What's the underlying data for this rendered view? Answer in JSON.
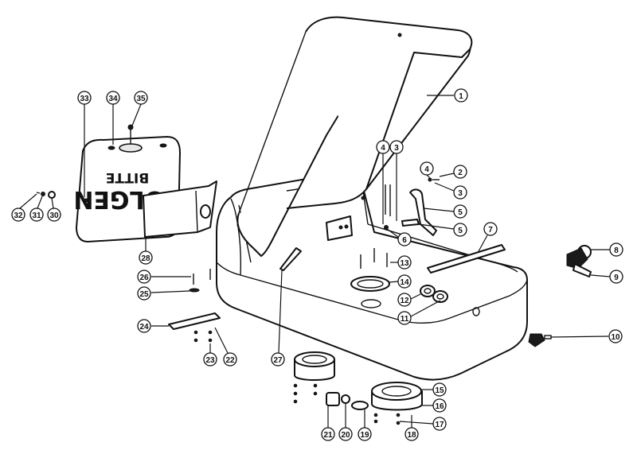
{
  "plate_text": {
    "line1": "BITTE",
    "line2": "FOLGEN"
  },
  "callouts": [
    {
      "id": "c1",
      "label": "1"
    },
    {
      "id": "c2",
      "label": "2"
    },
    {
      "id": "c3a",
      "label": "3"
    },
    {
      "id": "c3b",
      "label": "3"
    },
    {
      "id": "c4a",
      "label": "4"
    },
    {
      "id": "c4b",
      "label": "4"
    },
    {
      "id": "c5a",
      "label": "5"
    },
    {
      "id": "c5b",
      "label": "5"
    },
    {
      "id": "c6",
      "label": "6"
    },
    {
      "id": "c7",
      "label": "7"
    },
    {
      "id": "c8",
      "label": "8"
    },
    {
      "id": "c9",
      "label": "9"
    },
    {
      "id": "c10",
      "label": "10"
    },
    {
      "id": "c11",
      "label": "11"
    },
    {
      "id": "c12",
      "label": "12"
    },
    {
      "id": "c13",
      "label": "13"
    },
    {
      "id": "c14",
      "label": "14"
    },
    {
      "id": "c15",
      "label": "15"
    },
    {
      "id": "c16",
      "label": "16"
    },
    {
      "id": "c17",
      "label": "17"
    },
    {
      "id": "c18",
      "label": "18"
    },
    {
      "id": "c19",
      "label": "19"
    },
    {
      "id": "c20",
      "label": "20"
    },
    {
      "id": "c21",
      "label": "21"
    },
    {
      "id": "c22",
      "label": "22"
    },
    {
      "id": "c23",
      "label": "23"
    },
    {
      "id": "c24",
      "label": "24"
    },
    {
      "id": "c25",
      "label": "25"
    },
    {
      "id": "c26",
      "label": "26"
    },
    {
      "id": "c27",
      "label": "27"
    },
    {
      "id": "c28",
      "label": "28"
    },
    {
      "id": "c30",
      "label": "30"
    },
    {
      "id": "c31",
      "label": "31"
    },
    {
      "id": "c32",
      "label": "32"
    },
    {
      "id": "c33",
      "label": "33"
    },
    {
      "id": "c34",
      "label": "34"
    },
    {
      "id": "c35",
      "label": "35"
    }
  ]
}
